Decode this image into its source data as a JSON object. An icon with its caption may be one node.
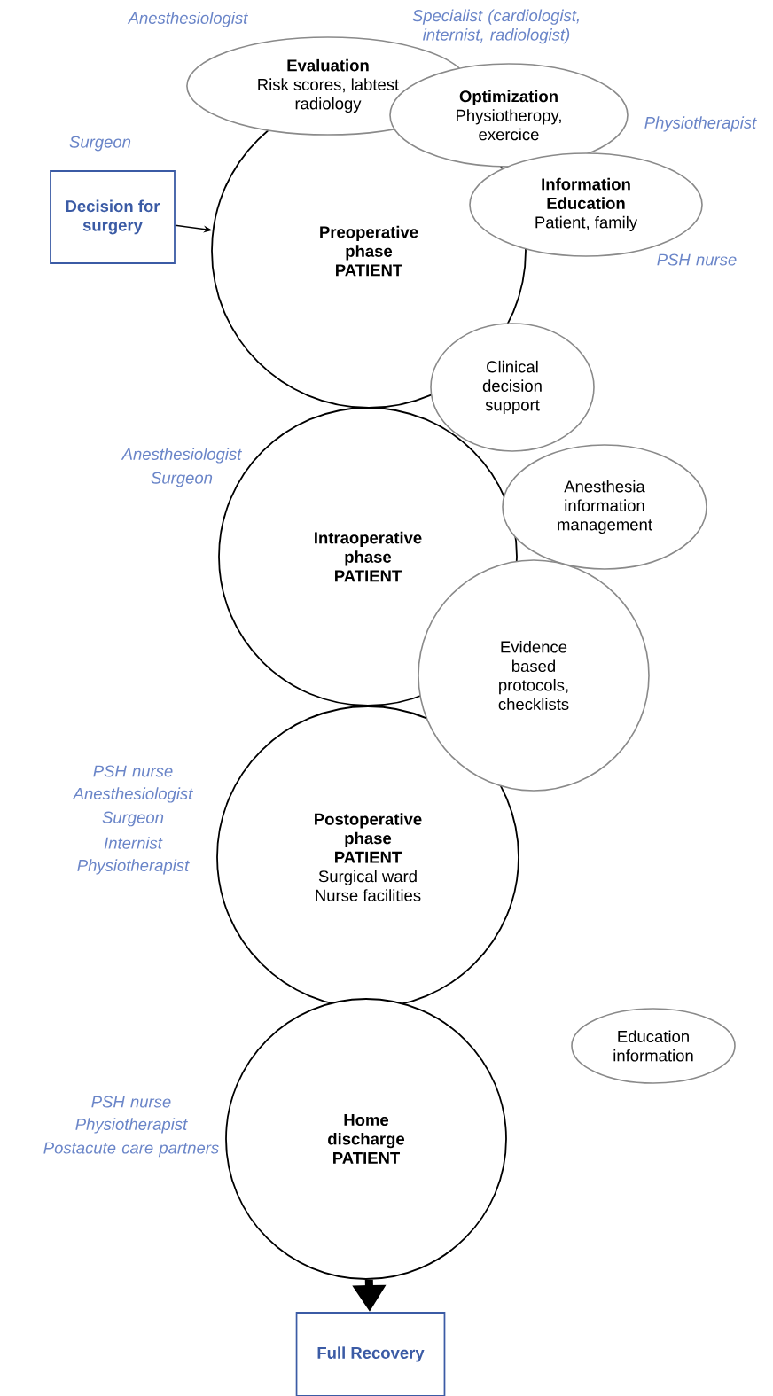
{
  "diagram": {
    "nodes": [
      {
        "text": [
          "Evaluation",
          "Risk scores, labtest radiology"
        ],
        "beside": [
          "Anesthesiologist"
        ]
      },
      {
        "text": [
          "Optimization",
          "Physiotheropy, exercice"
        ],
        "beside": [
          "Physiotherapist"
        ]
      },
      {
        "text": [
          "Information Education",
          "Patient, family"
        ],
        "beside": [
          "PSH nurse"
        ]
      },
      {
        "text": [
          "Decision for surgery"
        ],
        "beside": [
          "Surgeon"
        ]
      },
      {
        "text": [
          "Preoperative phase PATIENT"
        ]
      },
      {
        "text": [
          "Clinical decision support"
        ]
      },
      {
        "text": [
          "Anesthesia information management"
        ]
      },
      {
        "text": [
          "Intraoperative phase PATIENT"
        ],
        "beside": [
          "Anesthesiologist",
          "Surgeon"
        ]
      },
      {
        "text": [
          "Evidence based protocols, checklists"
        ]
      },
      {
        "text": [
          "Postoperative phase PATIENT",
          "Surgical ward Nurse facilities"
        ],
        "beside": [
          "PSH nurse",
          "Anesthesiologist",
          "Surgeon",
          "Internist",
          "Physiotherapist"
        ]
      },
      {
        "text": [
          "Education information"
        ]
      },
      {
        "text": [
          "Home discharge PATIENT"
        ],
        "beside": [
          "PSH nurse",
          "Physiotherapist",
          "Postacute care partners"
        ]
      },
      {
        "text": [
          "Full Recovery"
        ]
      }
    ],
    "edges": [
      {
        "from": 3,
        "to": 4,
        "arrow": "to"
      },
      {
        "from": 11,
        "to": 12,
        "arrow": "to",
        "style": "thick"
      }
    ],
    "labels": [
      "Specialist (cardiologist, internist, radiologist)"
    ]
  }
}
